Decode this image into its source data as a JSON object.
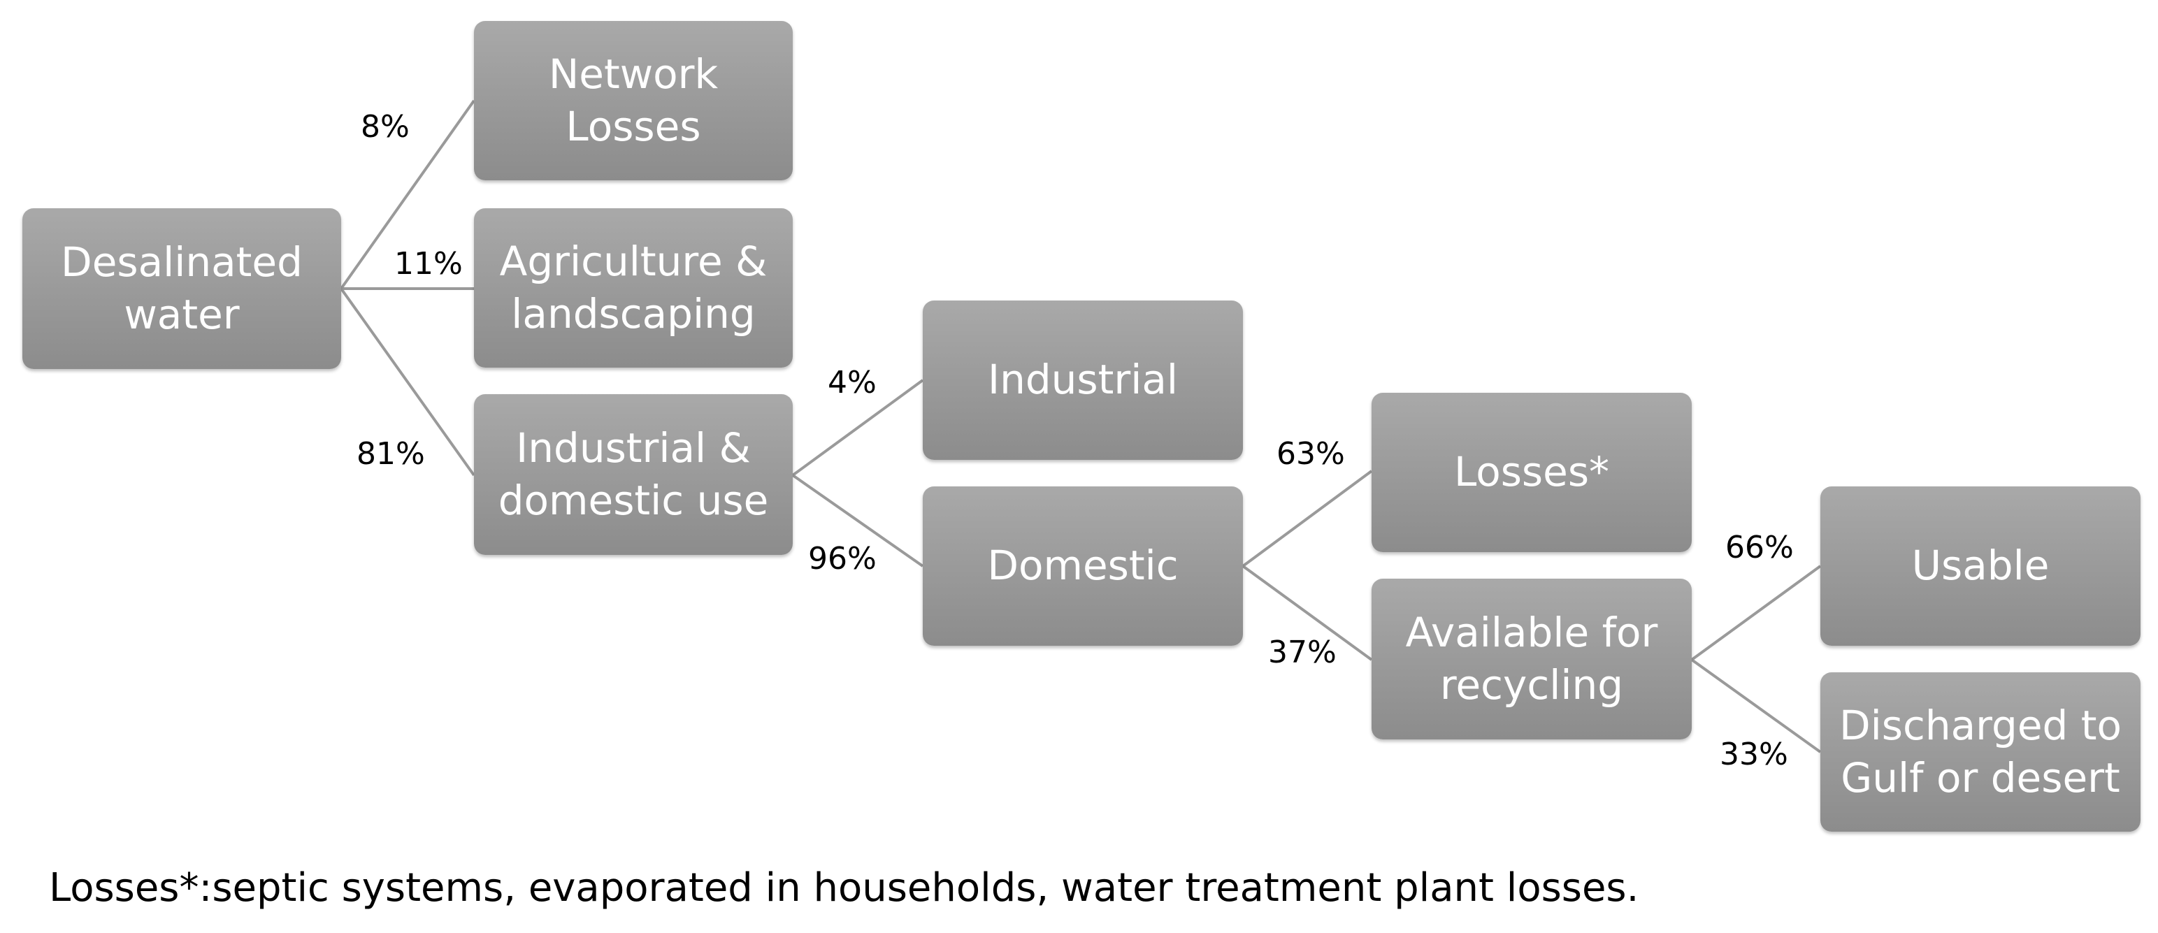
{
  "nodes": {
    "desalinated": "Desalinated\nwater",
    "network_losses": "Network\nLosses",
    "agriculture": "Agriculture &\nlandscaping",
    "industrial_domestic": "Industrial &\ndomestic use",
    "industrial": "Industrial",
    "domestic": "Domestic",
    "losses": "Losses*",
    "available_recycling": "Available for\nrecycling",
    "usable": "Usable",
    "discharged": "Discharged to\nGulf or desert"
  },
  "edges": {
    "desal_to_network": "8%",
    "desal_to_agriculture": "11%",
    "desal_to_inddom": "81%",
    "inddom_to_industrial": "4%",
    "inddom_to_domestic": "96%",
    "domestic_to_losses": "63%",
    "domestic_to_available": "37%",
    "available_to_usable": "66%",
    "available_to_discharged": "33%"
  },
  "footnote": "Losses*:septic systems, evaporated in households, water treatment plant losses."
}
